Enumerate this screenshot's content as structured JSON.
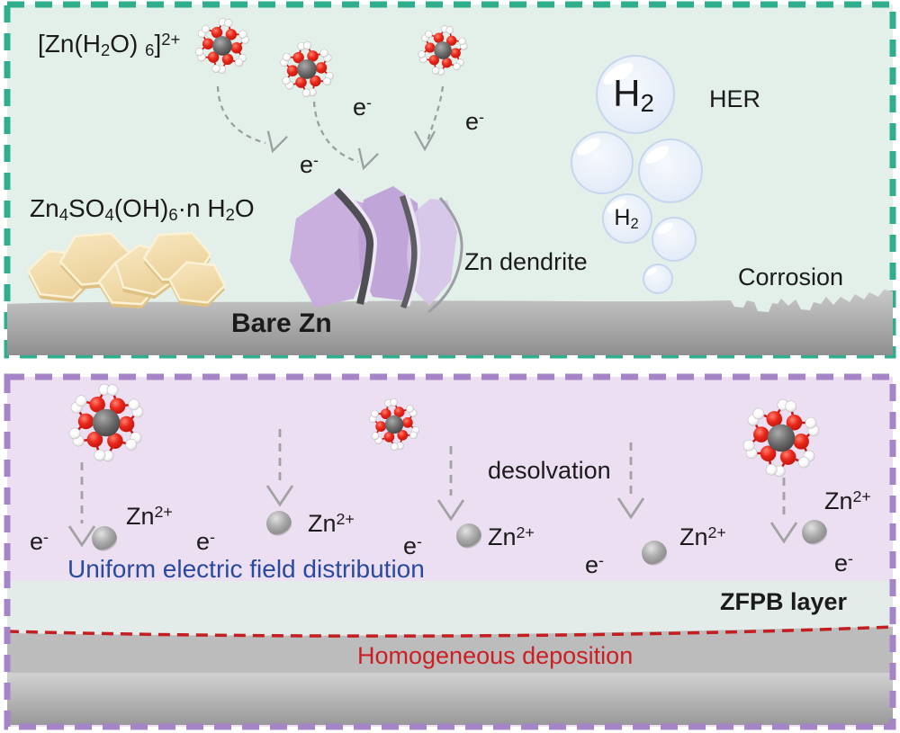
{
  "colors": {
    "top_bg": "#e3efe9",
    "top_border": "#2fae8e",
    "bottom_bg": "#ecdff2",
    "bottom_border": "#a584c8",
    "zfpb_strip": "#e3ece8",
    "blue_text": "#2b4a9e",
    "red": "#cc1f24"
  },
  "top_panel": {
    "hydrated_ion_formula": {
      "p1": "[Zn(H",
      "sub1": "2",
      "p2": "O) ",
      "sub2": "6",
      "p3": "]",
      "sup": "2+"
    },
    "electron": {
      "base": "e",
      "sup": "-"
    },
    "h2": {
      "base": "H",
      "sub": "2"
    },
    "her_label": "HER",
    "salt_formula": {
      "p1": "Zn",
      "sub1": "4",
      "p2": "SO",
      "sub2": "4",
      "p3": "(OH)",
      "sub3": "6",
      "p4": "·n H",
      "sub4": "2",
      "p5": "O"
    },
    "dendrite_label": "Zn dendrite",
    "corrosion_label": "Corrosion",
    "electrode_label": "Bare Zn"
  },
  "bottom_panel": {
    "desolvation_label": "desolvation",
    "zn_ion": {
      "base": "Zn",
      "sup": "2+"
    },
    "electron": {
      "base": "e",
      "sup": "-"
    },
    "field_label": "Uniform electric field distribution",
    "layer_label": "ZFPB layer",
    "deposition_label": "Homogeneous deposition"
  }
}
